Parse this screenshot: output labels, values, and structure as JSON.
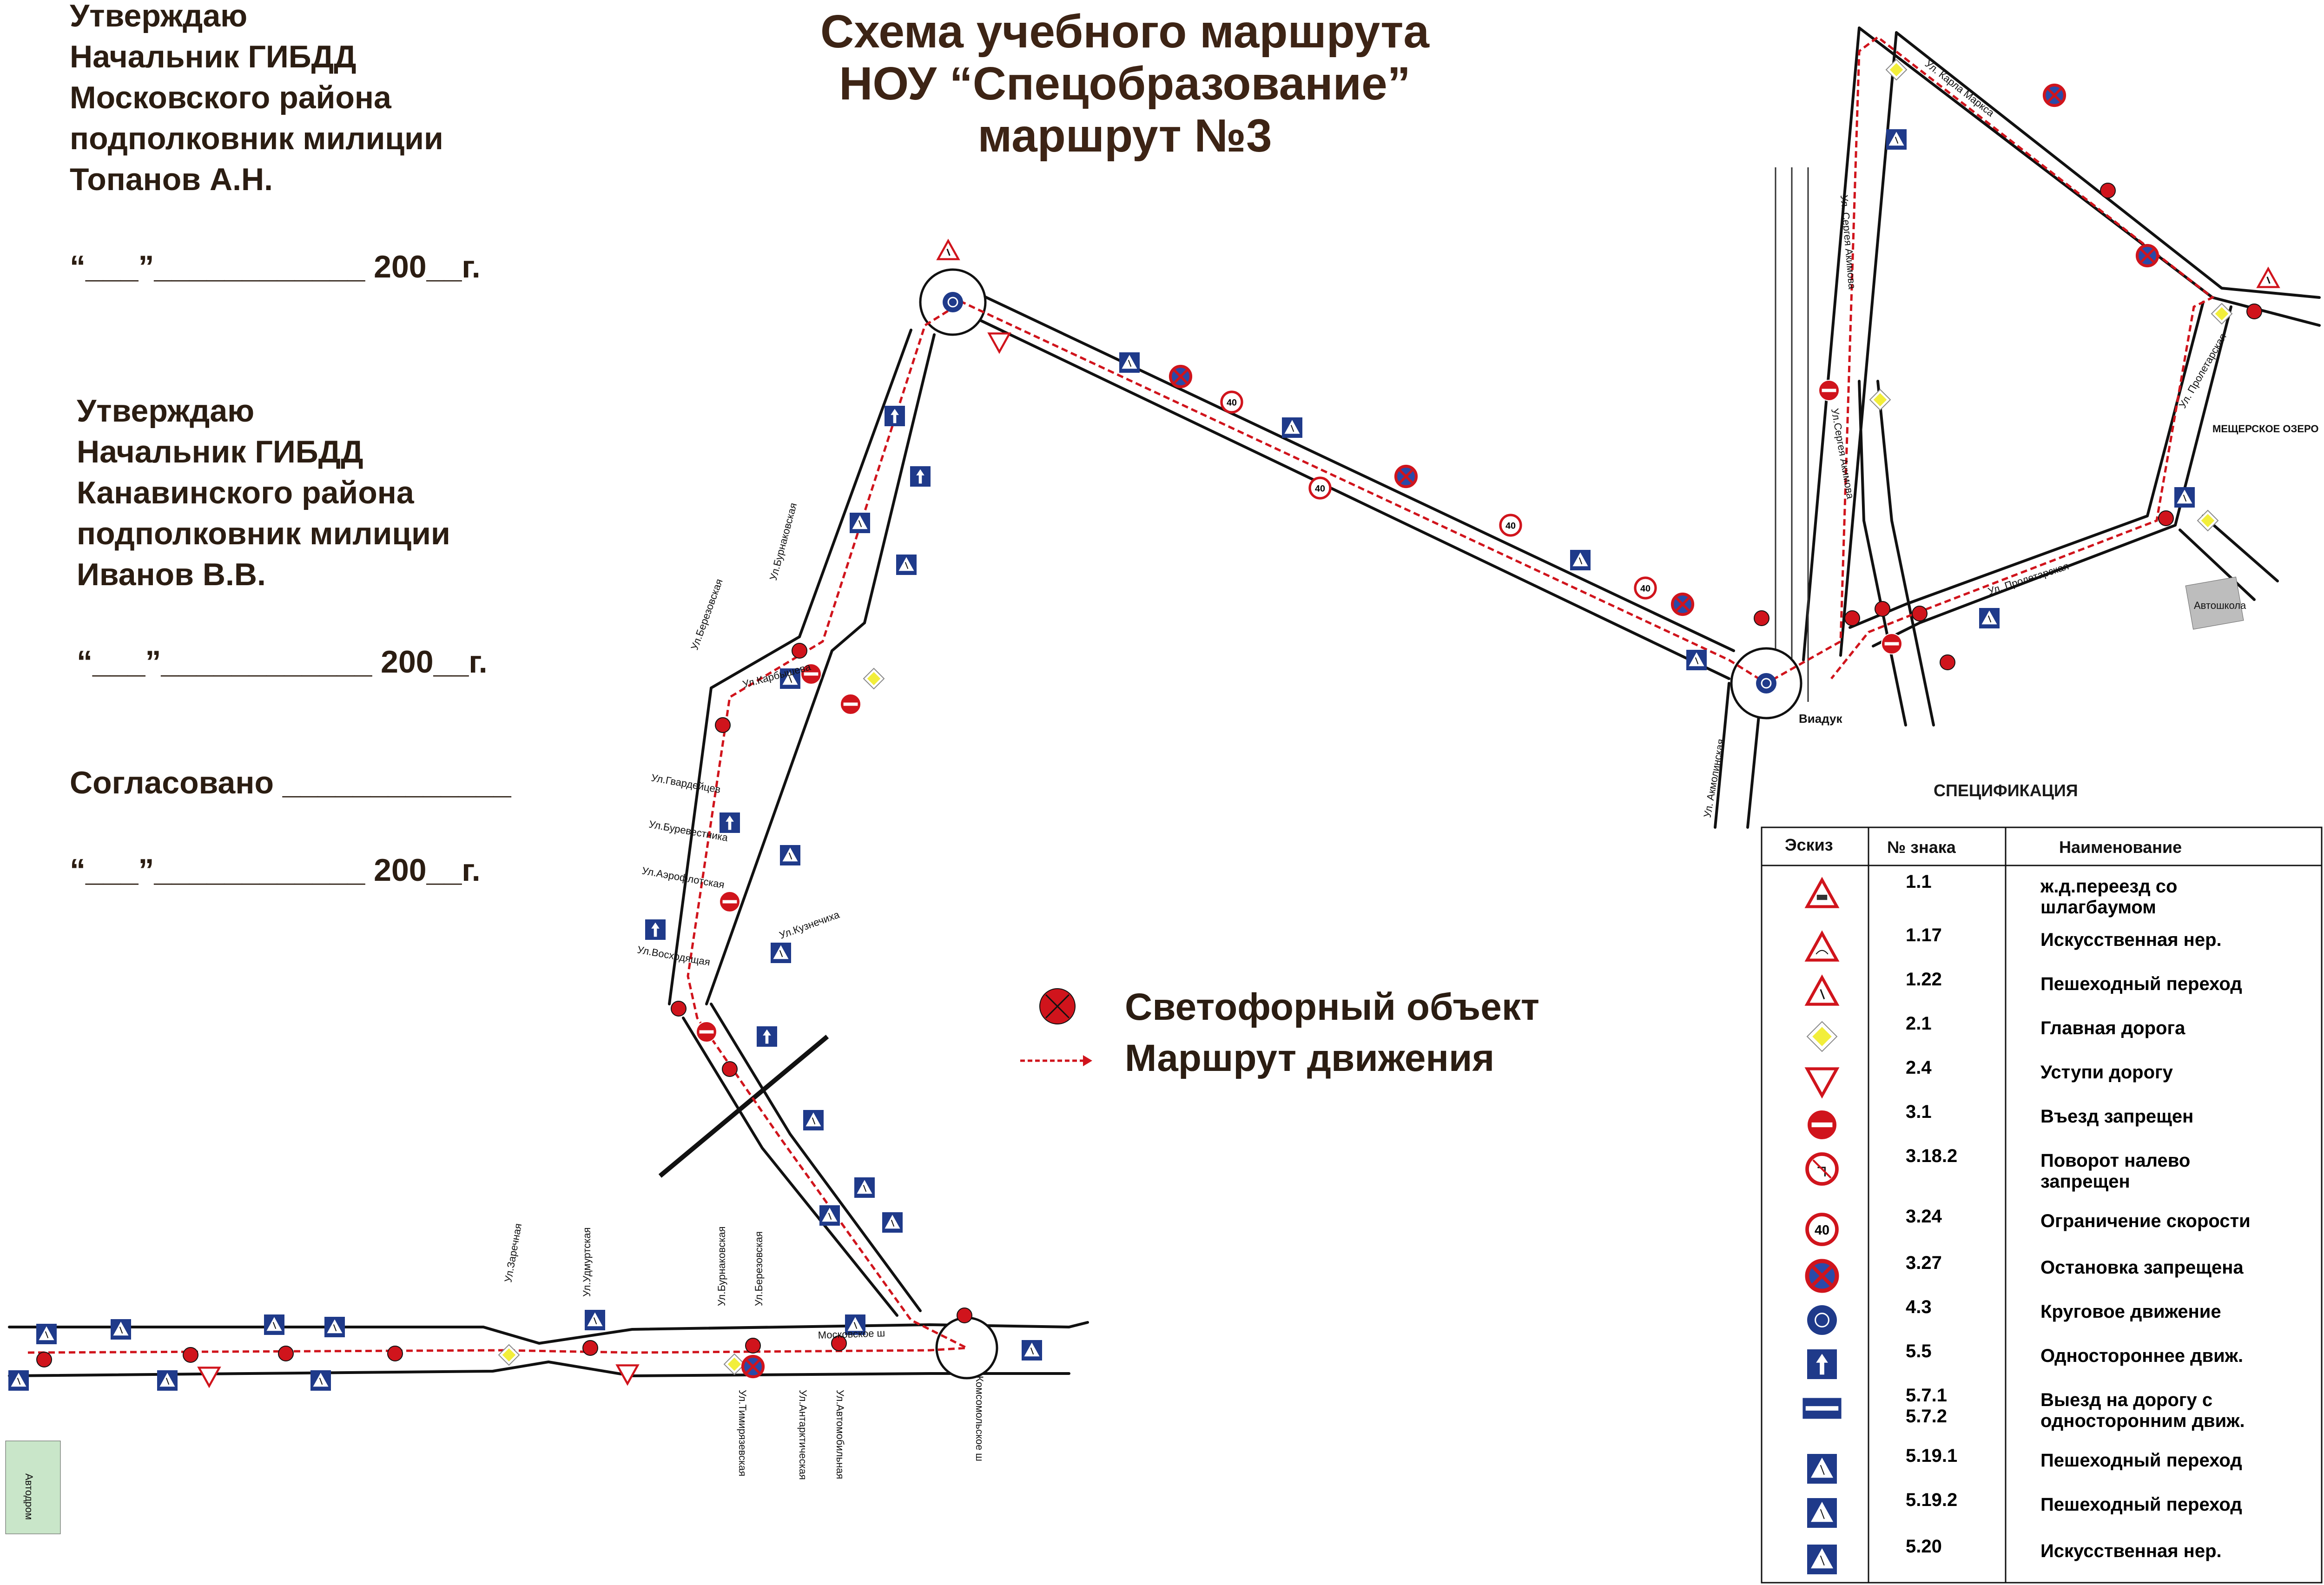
{
  "title": {
    "line1": "Схема учебного маршрута",
    "line2": "НОУ “Спецобразование”",
    "line3": "маршрут №3"
  },
  "approvals": [
    {
      "lines": [
        "Утверждаю",
        "Начальник ГИБДД",
        "Московского района",
        "подполковник милиции",
        "Топанов А.Н."
      ],
      "date": "“___”____________ 200__г."
    },
    {
      "lines": [
        "Утверждаю",
        "Начальник ГИБДД",
        "Канавинского района",
        "подполковник милиции",
        "Иванов В.В."
      ],
      "date": "“___”____________ 200__г."
    }
  ],
  "agreed": {
    "label": "Согласовано _____________",
    "date": "“___”____________ 200__г."
  },
  "legend": {
    "traffic_light": "Светофорный объект",
    "route": "Маршрут движения"
  },
  "map": {
    "labels": {
      "viaduct": "Виадук",
      "lake": "МЕЩЕРСКОЕ ОЗЕРО",
      "autoschool": "Автошкола",
      "autodrome": "Автодром"
    },
    "streets": [
      "Ул. Карла Маркса",
      "Ул. Сергея Акимова",
      "Ул. Пролетарская",
      "Ул. Пролетарская",
      "Ул. Акмолинская",
      "Ул.Бурнаковская",
      "Ул.Березовская",
      "Ул.Карбышева",
      "Ул.Кузнечиха",
      "Ул.Гвардейцев",
      "Ул.Буревестника",
      "Ул.Аэрофлотская",
      "Ул.Восходящая",
      "Московское ш",
      "Ул.Заречная",
      "Ул.Удмуртская",
      "Ул.Бурнаковская",
      "Ул.Березовская",
      "Ул.Тимирязевская",
      "Ул.Антарктическая",
      "Ул.Автомобильная",
      "Комсомольское ш",
      "Ул.Сергея Акимова"
    ],
    "speed_limit": "40"
  },
  "specification": {
    "title": "СПЕЦИФИКАЦИЯ",
    "headers": [
      "Эскиз",
      "№ знака",
      "Наименование"
    ],
    "rows": [
      {
        "sign": "rail-crossing-icon",
        "num": "1.1",
        "name": [
          "ж.д.переезд со",
          "шлагбаумом"
        ]
      },
      {
        "sign": "bump-warning-icon",
        "num": "1.17",
        "name": [
          "Искусственная нер."
        ]
      },
      {
        "sign": "pedestrian-warning-icon",
        "num": "1.22",
        "name": [
          "Пешеходный переход"
        ]
      },
      {
        "sign": "main-road-icon",
        "num": "2.1",
        "name": [
          "Главная дорога"
        ]
      },
      {
        "sign": "yield-icon",
        "num": "2.4",
        "name": [
          "Уступи дорогу"
        ]
      },
      {
        "sign": "no-entry-icon",
        "num": "3.1",
        "name": [
          "Въезд запрещен"
        ]
      },
      {
        "sign": "no-left-turn-icon",
        "num": "3.18.2",
        "name": [
          "Поворот налево",
          "запрещен"
        ]
      },
      {
        "sign": "speed-limit-icon",
        "num": "3.24",
        "name": [
          "Ограничение скорости"
        ]
      },
      {
        "sign": "no-stopping-icon",
        "num": "3.27",
        "name": [
          "Остановка запрещена"
        ]
      },
      {
        "sign": "roundabout-icon",
        "num": "4.3",
        "name": [
          "Круговое движение"
        ]
      },
      {
        "sign": "one-way-icon",
        "num": "5.5",
        "name": [
          "Одностороннее движ."
        ]
      },
      {
        "sign": "one-way-exit-icon",
        "num": "5.7.1\n5.7.2",
        "name": [
          "Выезд на дорогу с",
          "односторонним движ."
        ]
      },
      {
        "sign": "crosswalk-left-icon",
        "num": "5.19.1",
        "name": [
          "Пешеходный переход"
        ]
      },
      {
        "sign": "crosswalk-right-icon",
        "num": "5.19.2",
        "name": [
          "Пешеходный переход"
        ]
      },
      {
        "sign": "speed-bump-icon",
        "num": "5.20",
        "name": [
          "Искусственная нер."
        ]
      }
    ]
  },
  "colors": {
    "road": "#111111",
    "route": "#d0141c",
    "sign_blue": "#1f3a8a",
    "sign_red": "#d0141c",
    "sign_yellow": "#f2ee3a"
  }
}
